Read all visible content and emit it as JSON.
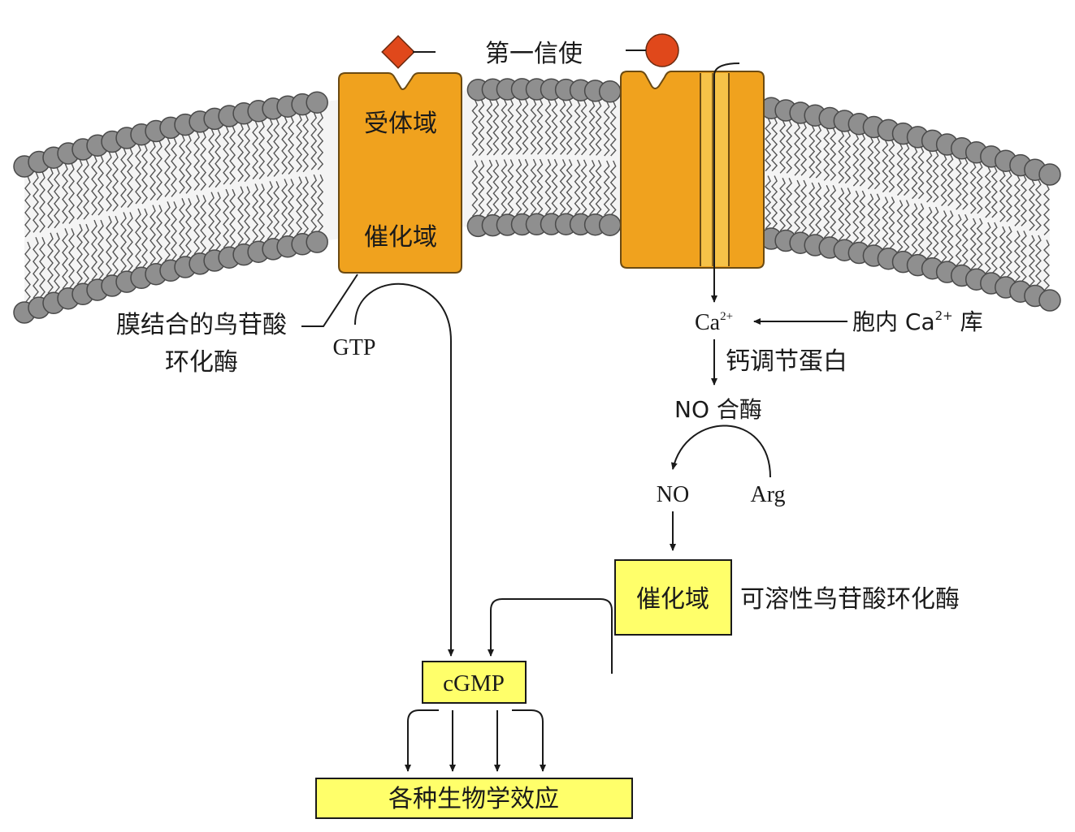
{
  "labels": {
    "first_messenger": "第一信使",
    "receptor_domain": "受体域",
    "catalytic_domain_membrane": "催化域",
    "membrane_gc_line1": "膜结合的鸟苷酸",
    "membrane_gc_line2": "环化酶",
    "gtp": "GTP",
    "ca_ion": "Ca",
    "ca_sup": "2+",
    "store_prefix": "胞内 Ca",
    "store_sup": "2+",
    "store_suffix": " 库",
    "calmodulin": "钙调节蛋白",
    "no_synthase": "NO 合酶",
    "no": "NO",
    "arg": "Arg",
    "catalytic_domain_soluble": "催化域",
    "soluble_gc": "可溶性鸟苷酸环化酶",
    "cgmp": "cGMP",
    "effects": "各种生物学效应"
  },
  "colors": {
    "protein": "#f0a21e",
    "protein_stroke": "#6b4a12",
    "ligand": "#e0481b",
    "lipid_head": "#8f8f8f",
    "box_fill": "#ffff6a",
    "line": "#1a1a1a"
  }
}
